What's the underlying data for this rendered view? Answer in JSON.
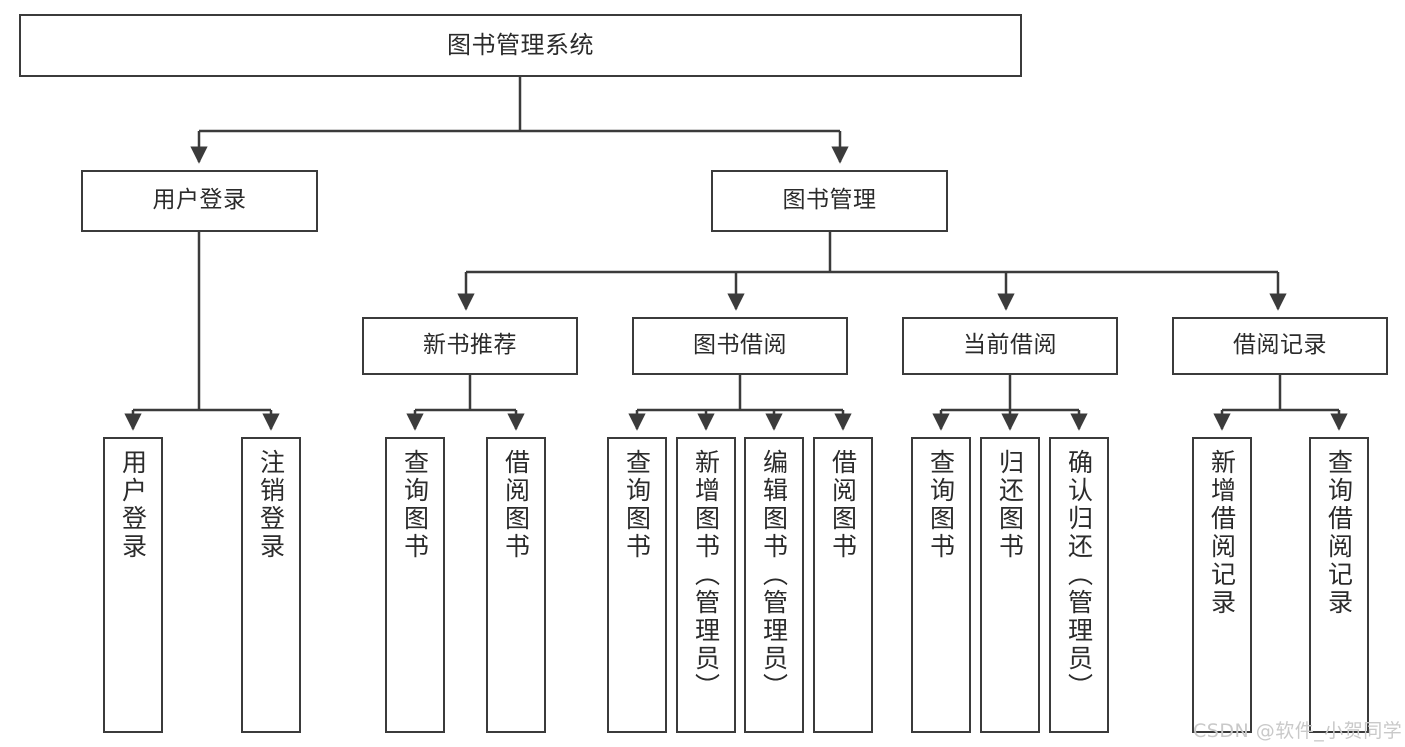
{
  "diagram": {
    "title": "图书管理系统",
    "type": "tree",
    "background_color": "#ffffff",
    "box_border_color": "#3b3b3b",
    "text_color": "#2b2b2b",
    "watermark": "CSDN @软件_小贺同学",
    "watermark_color": "#c9c9c9"
  },
  "nodes": {
    "root": {
      "label": "图书管理系统",
      "level": 1
    },
    "level2": [
      {
        "id": "user-login",
        "label": "用户登录"
      },
      {
        "id": "book-manage",
        "label": "图书管理"
      }
    ],
    "level3": [
      {
        "id": "new-book-recommend",
        "label": "新书推荐"
      },
      {
        "id": "book-borrow",
        "label": "图书借阅"
      },
      {
        "id": "current-borrow",
        "label": "当前借阅"
      },
      {
        "id": "borrow-record",
        "label": "借阅记录"
      }
    ],
    "leaves": {
      "user_login": [
        {
          "id": "leaf-user-login",
          "label": "用户登录"
        },
        {
          "id": "leaf-user-logout",
          "label": "注销登录"
        }
      ],
      "new_book_recommend": [
        {
          "id": "leaf-query-book-1",
          "label": "查询图书"
        },
        {
          "id": "leaf-borrow-book-1",
          "label": "借阅图书"
        }
      ],
      "book_borrow": [
        {
          "id": "leaf-query-book-2",
          "label": "查询图书"
        },
        {
          "id": "leaf-add-book",
          "label": "新增图书（管理员）"
        },
        {
          "id": "leaf-edit-book",
          "label": "编辑图书（管理员）"
        },
        {
          "id": "leaf-borrow-book-2",
          "label": "借阅图书"
        }
      ],
      "current_borrow": [
        {
          "id": "leaf-query-book-3",
          "label": "查询图书"
        },
        {
          "id": "leaf-return-book",
          "label": "归还图书"
        },
        {
          "id": "leaf-confirm-return",
          "label": "确认归还（管理员）"
        }
      ],
      "borrow_record": [
        {
          "id": "leaf-add-record",
          "label": "新增借阅记录"
        },
        {
          "id": "leaf-query-record",
          "label": "查询借阅记录"
        }
      ]
    }
  }
}
